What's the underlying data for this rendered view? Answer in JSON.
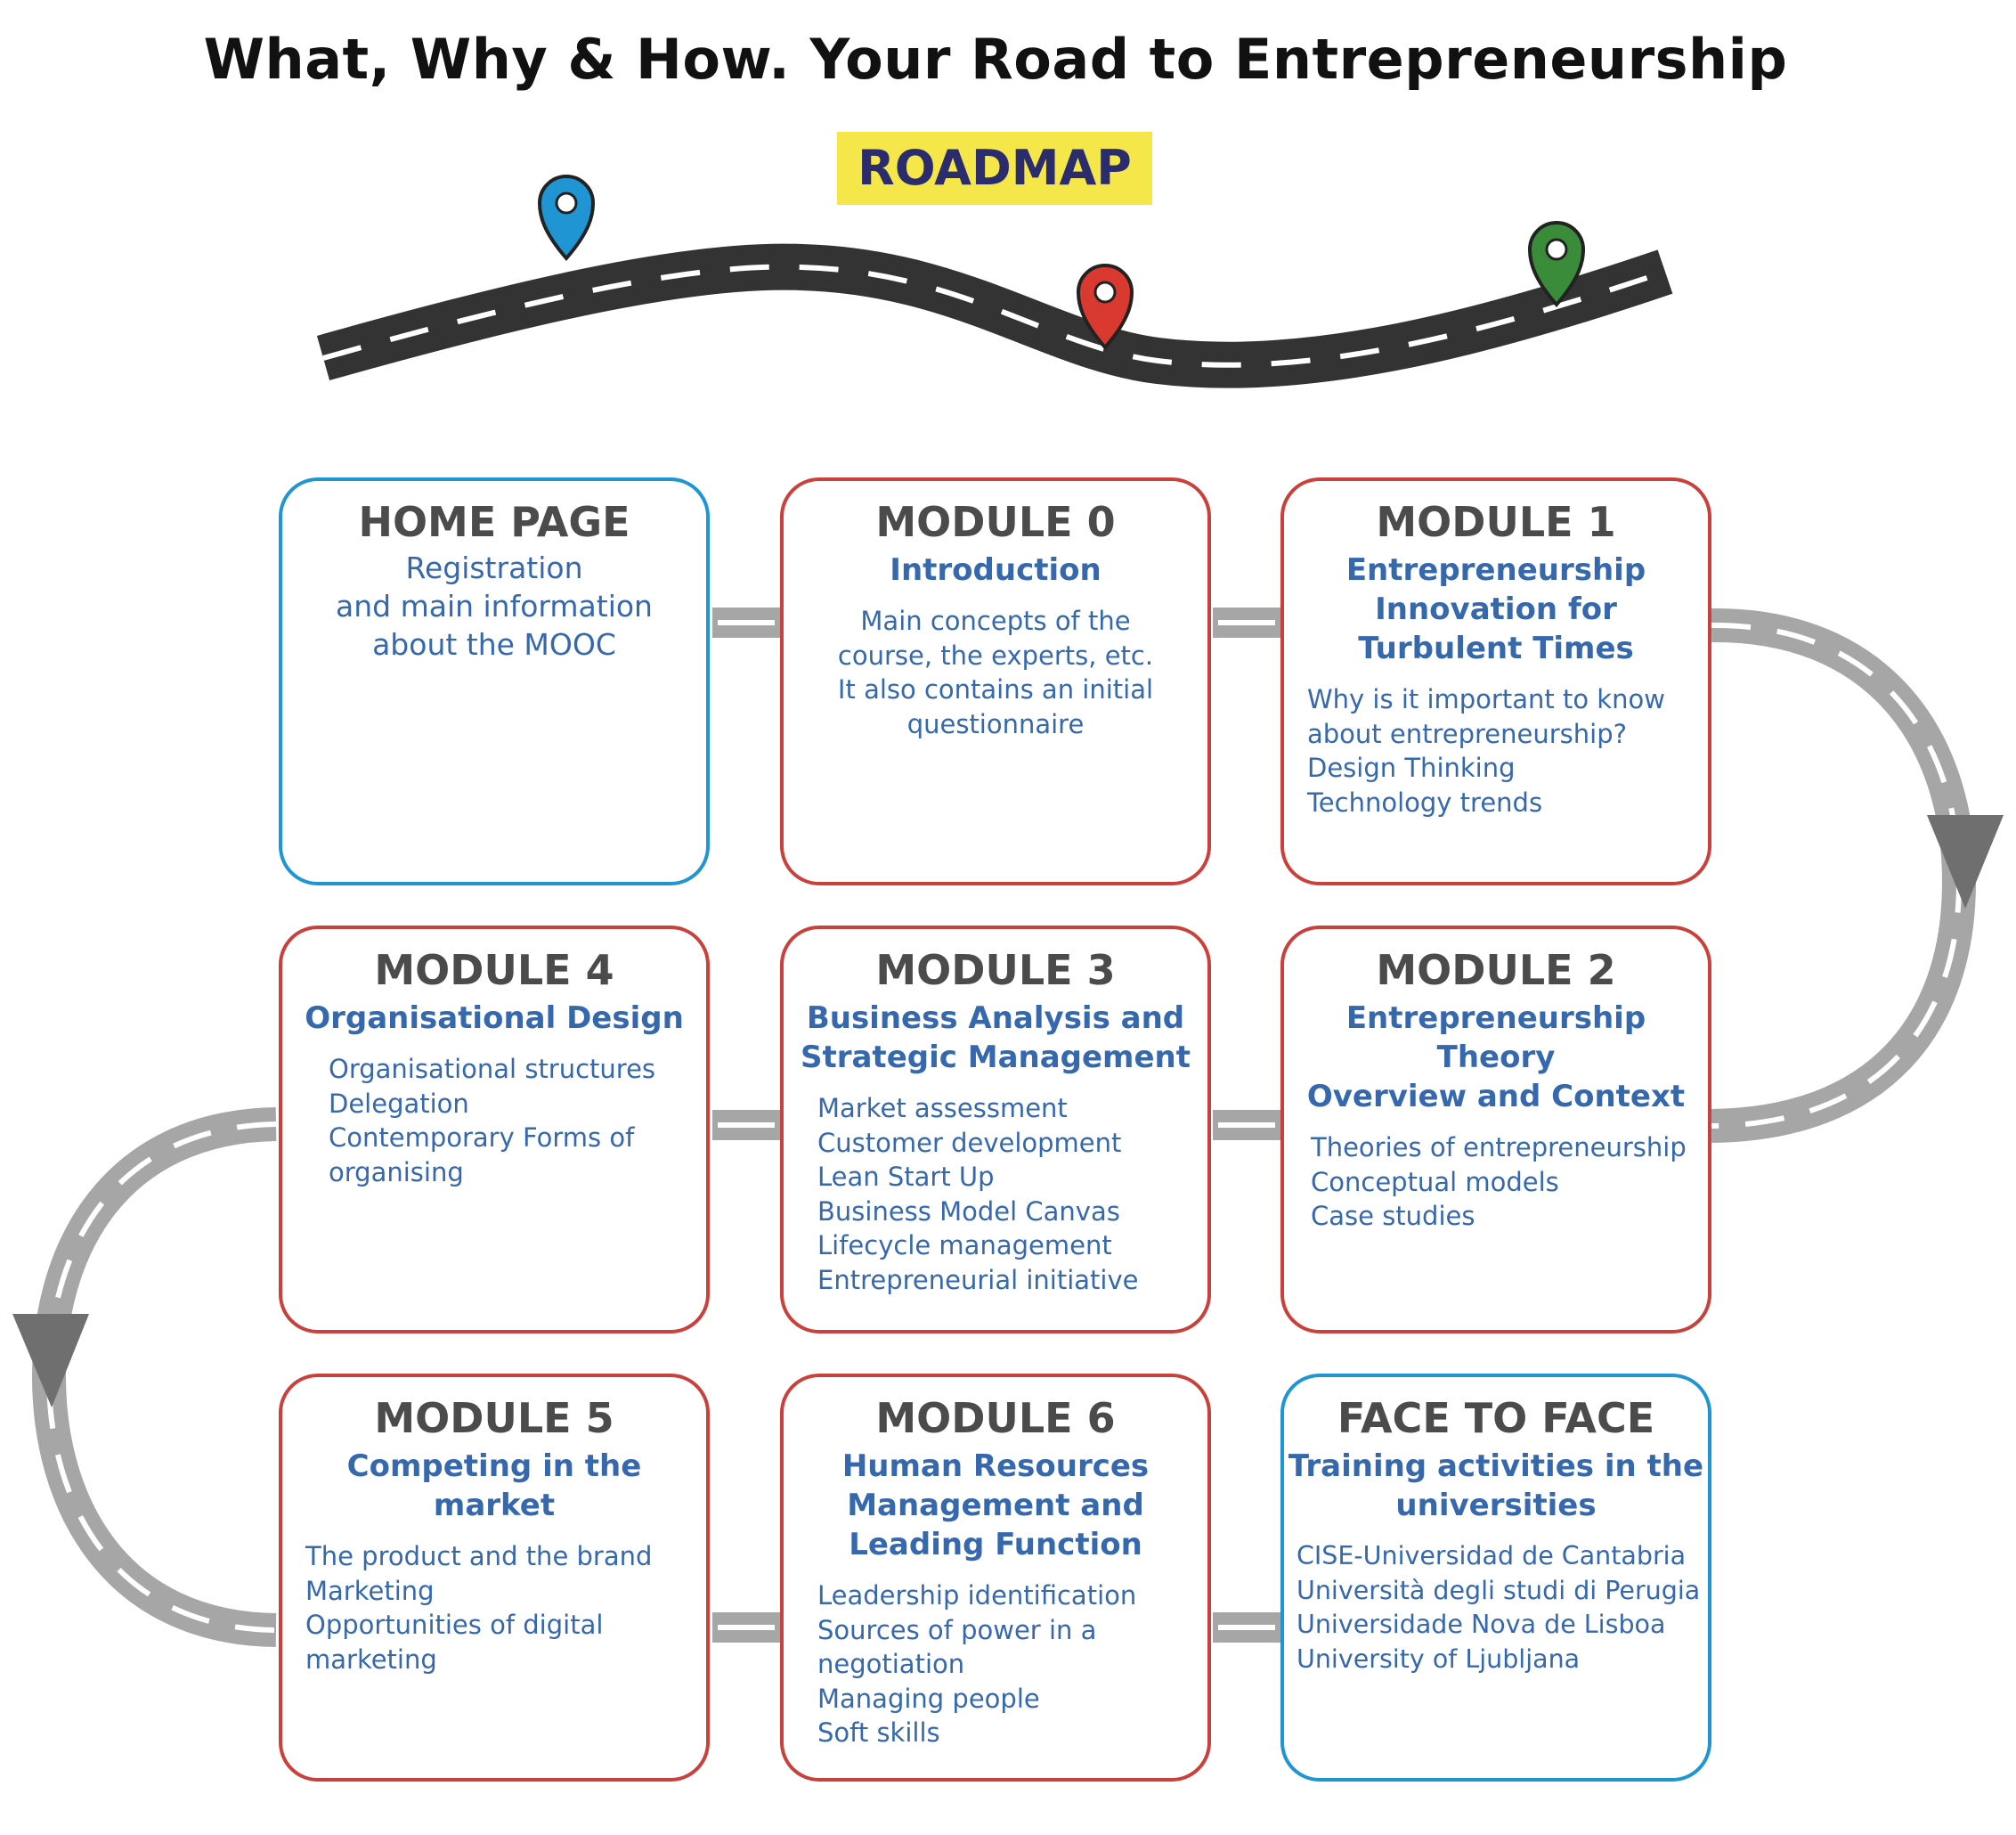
{
  "header": {
    "title": "What, Why & How. Your Road to Entrepreneurship",
    "badge": "ROADMAP"
  },
  "colors": {
    "red_border": "#c9413a",
    "blue_border": "#1f95d4",
    "heading_gray": "#4b4b4b",
    "text_blue": "#3668ad",
    "badge_yellow": "#f5e64a",
    "badge_text": "#2b2c6e",
    "road_dark": "#333333",
    "road_gray": "#a6a6a6",
    "pin_blue": "#1f95d4",
    "pin_red": "#d9392f",
    "pin_green": "#3a8c3a"
  },
  "icons": {
    "pins": [
      "map-pin-blue-icon",
      "map-pin-red-icon",
      "map-pin-green-icon"
    ],
    "arrows": [
      "arrow-down-icon",
      "arrow-down-icon"
    ]
  },
  "cards": {
    "home": {
      "title": "HOME PAGE",
      "subtitle": "",
      "description": "Registration\nand main information\nabout the MOOC"
    },
    "module0": {
      "title": "MODULE 0",
      "subtitle": "Introduction",
      "description": "Main concepts of the\ncourse, the experts, etc.\nIt also contains an initial\nquestionnaire"
    },
    "module1": {
      "title": "MODULE 1",
      "subtitle": "Entrepreneurship\nInnovation for\nTurbulent Times",
      "description": "Why is it important to know\nabout entrepreneurship?\nDesign Thinking\nTechnology trends"
    },
    "module4": {
      "title": "MODULE 4",
      "subtitle": "Organisational Design",
      "description": "Organisational structures\nDelegation\nContemporary Forms of\norganising"
    },
    "module3": {
      "title": "MODULE 3",
      "subtitle": "Business Analysis and\nStrategic Management",
      "description": "Market assessment\nCustomer development\nLean Start Up\nBusiness Model Canvas\nLifecycle management\nEntrepreneurial initiative"
    },
    "module2": {
      "title": "MODULE 2",
      "subtitle": "Entrepreneurship Theory\nOverview and Context",
      "description": "Theories of entrepreneurship\nConceptual models\nCase studies"
    },
    "module5": {
      "title": "MODULE 5",
      "subtitle": "Competing in the\nmarket",
      "description": "The product and the brand\nMarketing\nOpportunities of digital\nmarketing"
    },
    "module6": {
      "title": "MODULE 6",
      "subtitle": "Human Resources\nManagement and\nLeading Function",
      "description": "Leadership identification\nSources of power in a\nnegotiation\nManaging people\nSoft skills"
    },
    "face": {
      "title": "FACE TO FACE",
      "subtitle": "Training activities in the\nuniversities",
      "description": "CISE-Universidad de Cantabria\nUniversità degli studi di Perugia\nUniversidade Nova de Lisboa\nUniversity of Ljubljana"
    }
  }
}
